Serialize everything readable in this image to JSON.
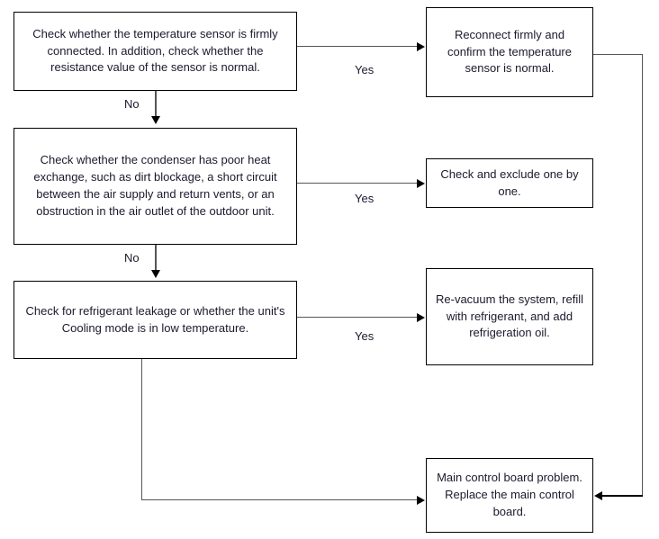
{
  "diagram": {
    "title": "Air conditioner fault troubleshooting flowchart",
    "background_color": "#ffffff",
    "line_color": "#555555",
    "border_color": "#000000",
    "text_color": "#1a1a2e"
  },
  "nodes": {
    "check_sensor": {
      "text": "Check whether the temperature sensor is firmly connected. In addition, check whether the resistance value of the sensor is normal."
    },
    "reconnect_sensor": {
      "text": "Reconnect firmly and confirm the temperature sensor is normal."
    },
    "check_condenser": {
      "text": "Check whether the condenser has poor heat exchange, such as dirt blockage, a short circuit between the air supply and return vents, or an obstruction in the air outlet of the outdoor unit."
    },
    "check_exclude": {
      "text": "Check and exclude one by one."
    },
    "check_refrigerant": {
      "text": "Check for refrigerant leakage or whether the unit's Cooling mode is in low temperature."
    },
    "re_vacuum": {
      "text": "Re-vacuum the system, refill with refrigerant, and add refrigeration oil."
    },
    "main_board": {
      "text": "Main control board problem. Replace the main control board."
    }
  },
  "edge_labels": {
    "yes_1": "Yes",
    "no_1": "No",
    "yes_2": "Yes",
    "no_2": "No",
    "yes_3": "Yes"
  }
}
